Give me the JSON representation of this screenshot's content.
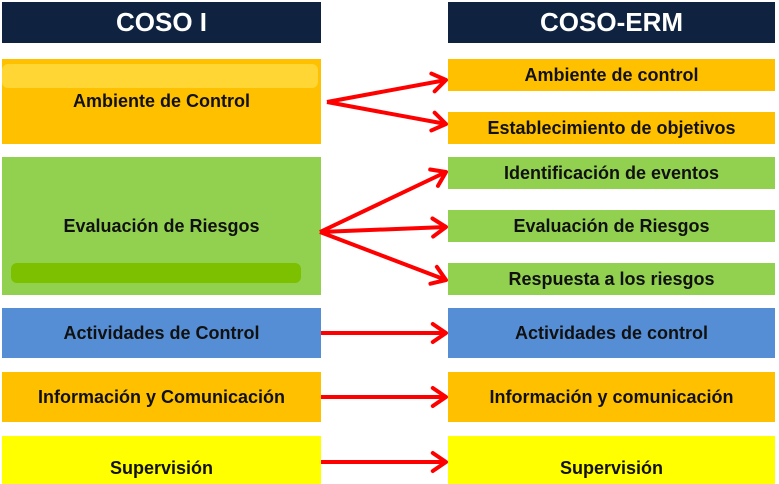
{
  "headers": {
    "left": "COSO I",
    "right": "COSO-ERM"
  },
  "coso_i": [
    {
      "label": "Ambiente de Control",
      "color": "#ffc000"
    },
    {
      "label": "Evaluación de Riesgos",
      "color": "#92d050"
    },
    {
      "label": "Actividades de Control",
      "color": "#558ed5"
    },
    {
      "label": "Información y Comunicación",
      "color": "#ffc000"
    },
    {
      "label": "Supervisión",
      "color": "#ffff00"
    }
  ],
  "coso_erm": [
    {
      "label": "Ambiente de control",
      "color": "#ffc000"
    },
    {
      "label": "Establecimiento de objetivos",
      "color": "#ffc000"
    },
    {
      "label": "Identificación de eventos",
      "color": "#92d050"
    },
    {
      "label": "Evaluación de Riesgos",
      "color": "#92d050"
    },
    {
      "label": "Respuesta a los riesgos",
      "color": "#92d050"
    },
    {
      "label": "Actividades de control",
      "color": "#558ed5"
    },
    {
      "label": "Información y comunicación",
      "color": "#ffc000"
    },
    {
      "label": "Supervisión",
      "color": "#ffff00"
    }
  ],
  "mappings": [
    [
      0,
      0
    ],
    [
      0,
      1
    ],
    [
      1,
      2
    ],
    [
      1,
      3
    ],
    [
      1,
      4
    ],
    [
      2,
      5
    ],
    [
      3,
      6
    ],
    [
      4,
      7
    ]
  ],
  "arrow_color": "#ff0000"
}
